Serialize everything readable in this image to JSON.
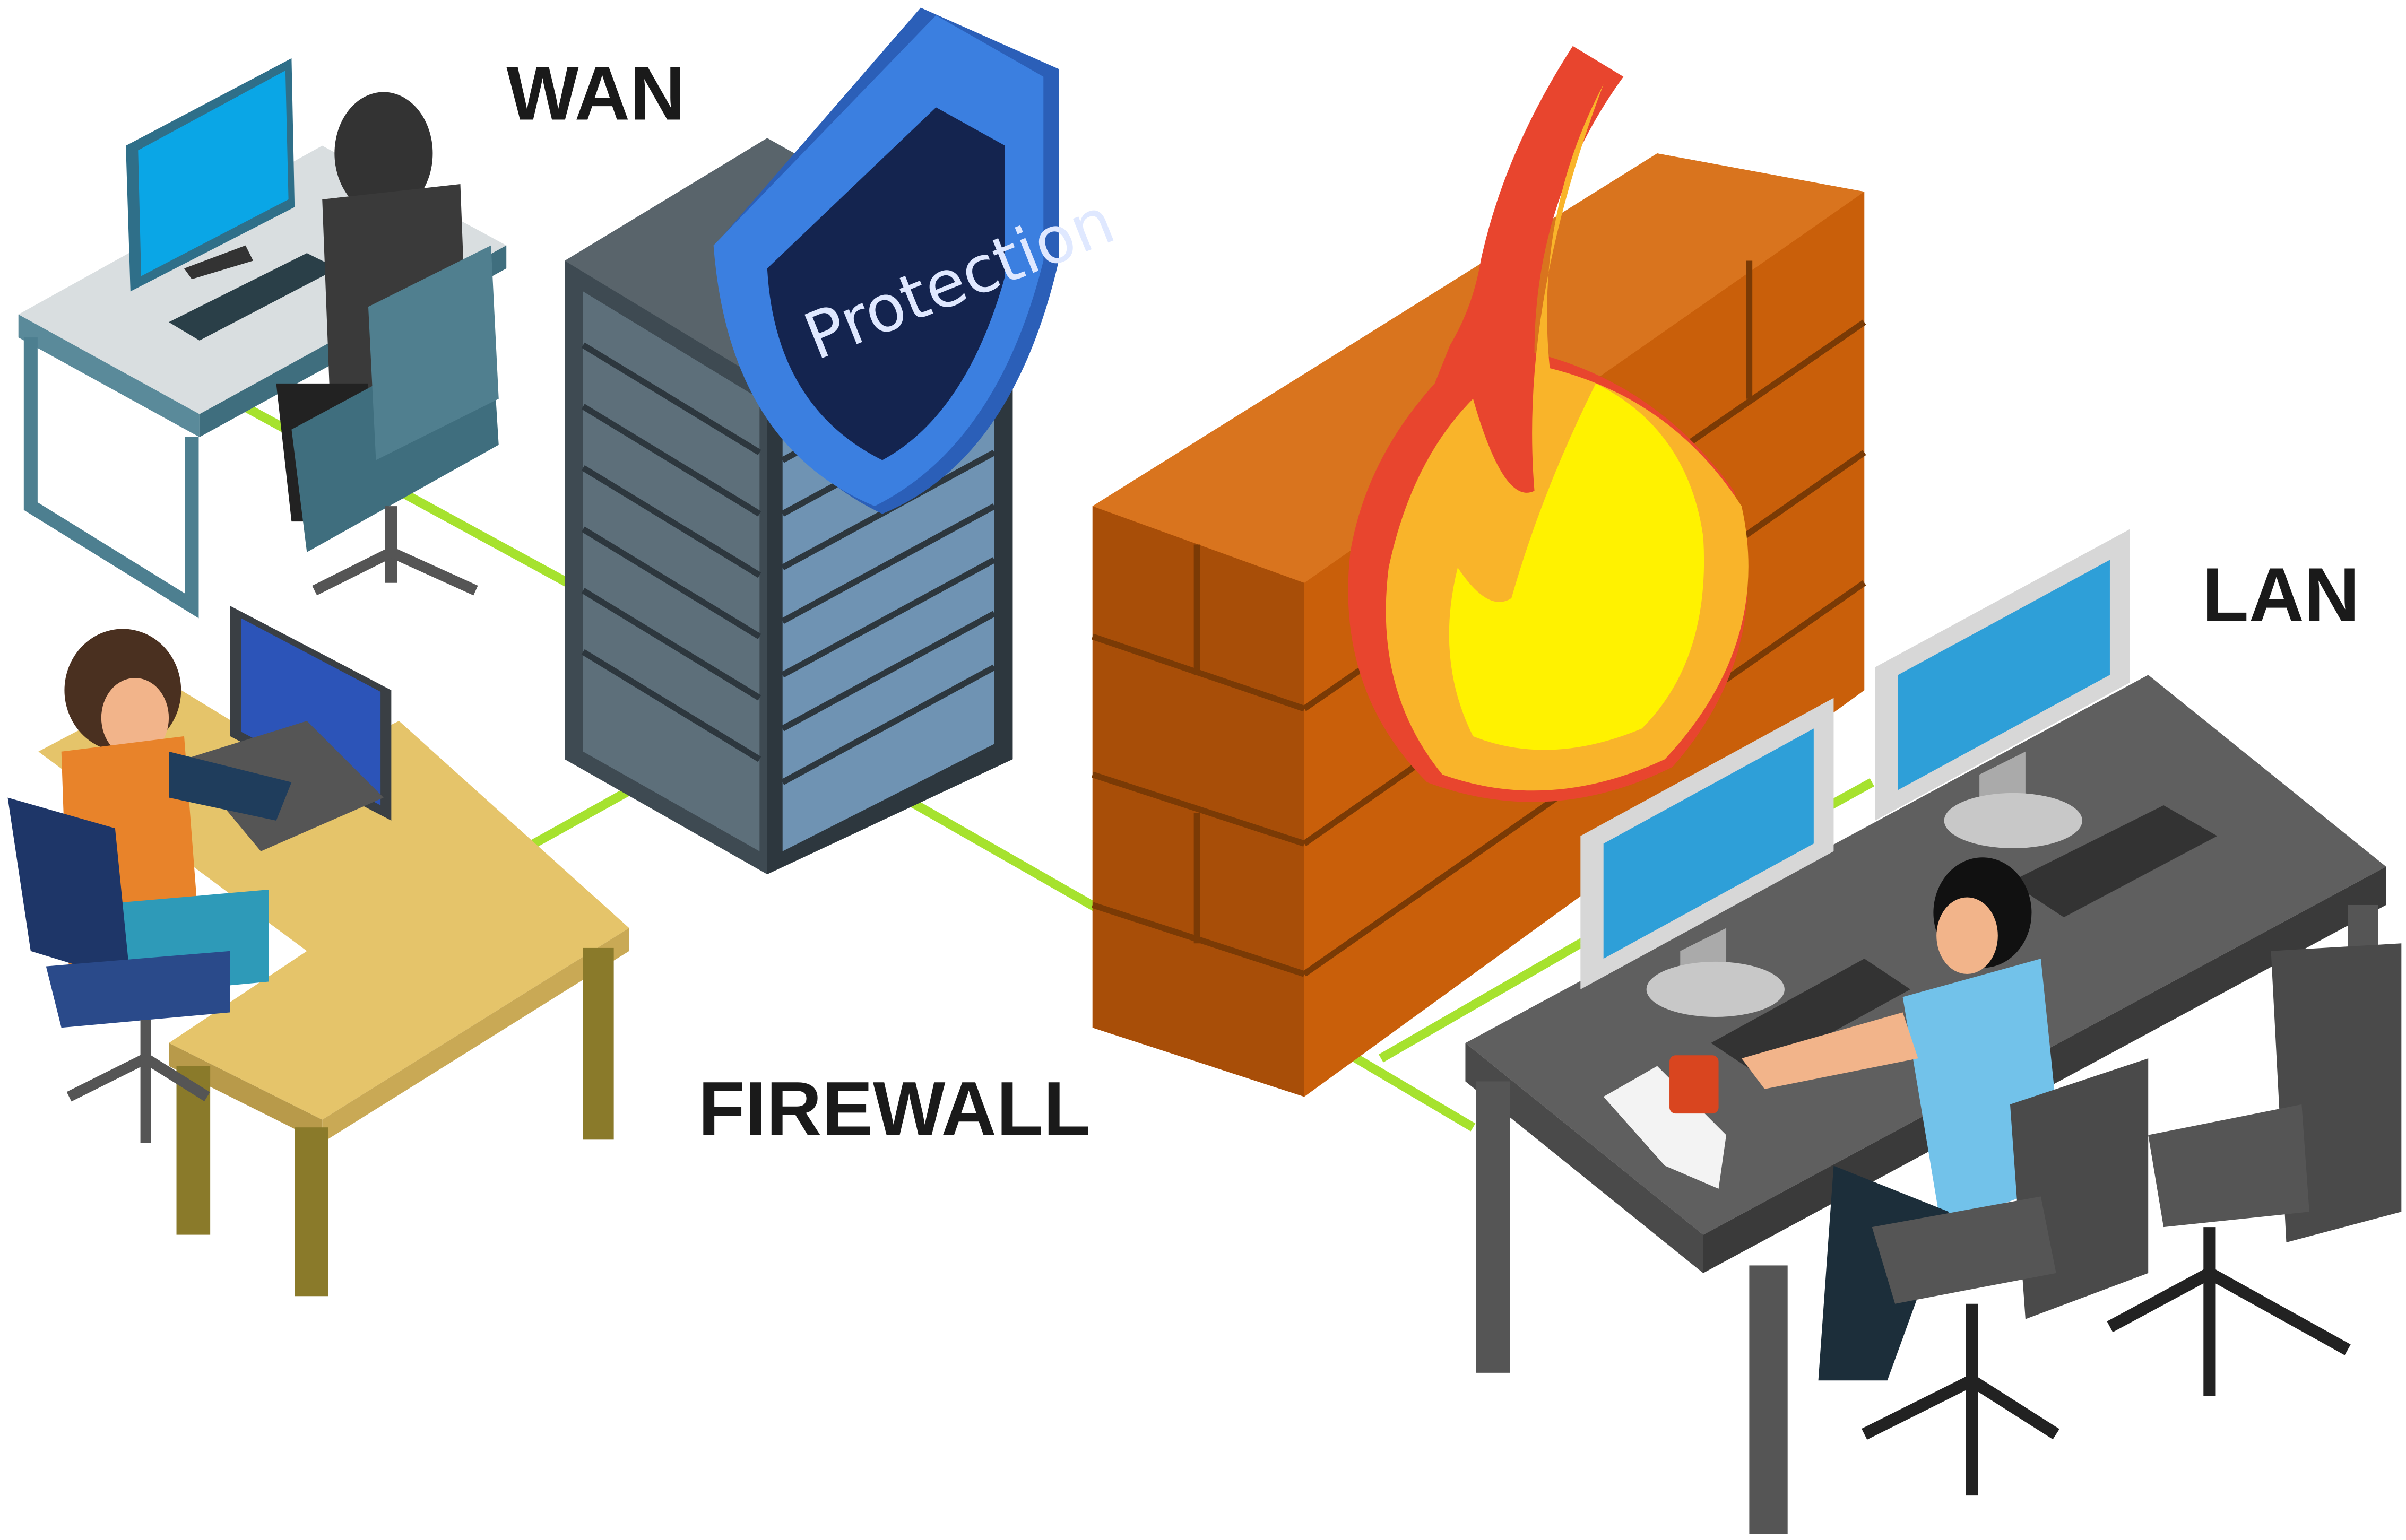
{
  "labels": {
    "wan": "WAN",
    "firewall": "FIREWALL",
    "lan": "LAN",
    "shield": "Protection"
  },
  "colors": {
    "cable": "#a6e22e",
    "brick": "#c95f0a",
    "shield": "#3b7fe0",
    "server": "#3e4a52"
  }
}
